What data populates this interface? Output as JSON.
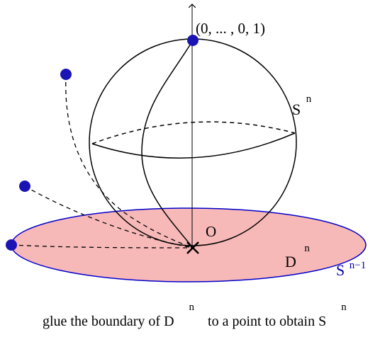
{
  "labels": {
    "north_pole": "(0, ... , 0, 1)",
    "sphere_base": "S",
    "sphere_exp": "n",
    "origin": "O",
    "disk_base": "D",
    "disk_exp": "n",
    "boundary_base": "S",
    "boundary_exp": "n−1"
  },
  "caption": {
    "part1": "glue the boundary of D",
    "exp1": "n",
    "part2": "to a point to obtain S",
    "exp2": "n"
  },
  "colors": {
    "disk_fill": "#f7b8b8",
    "disk_stroke": "#0000cc",
    "point": "#1a14b4",
    "line": "#000000"
  }
}
